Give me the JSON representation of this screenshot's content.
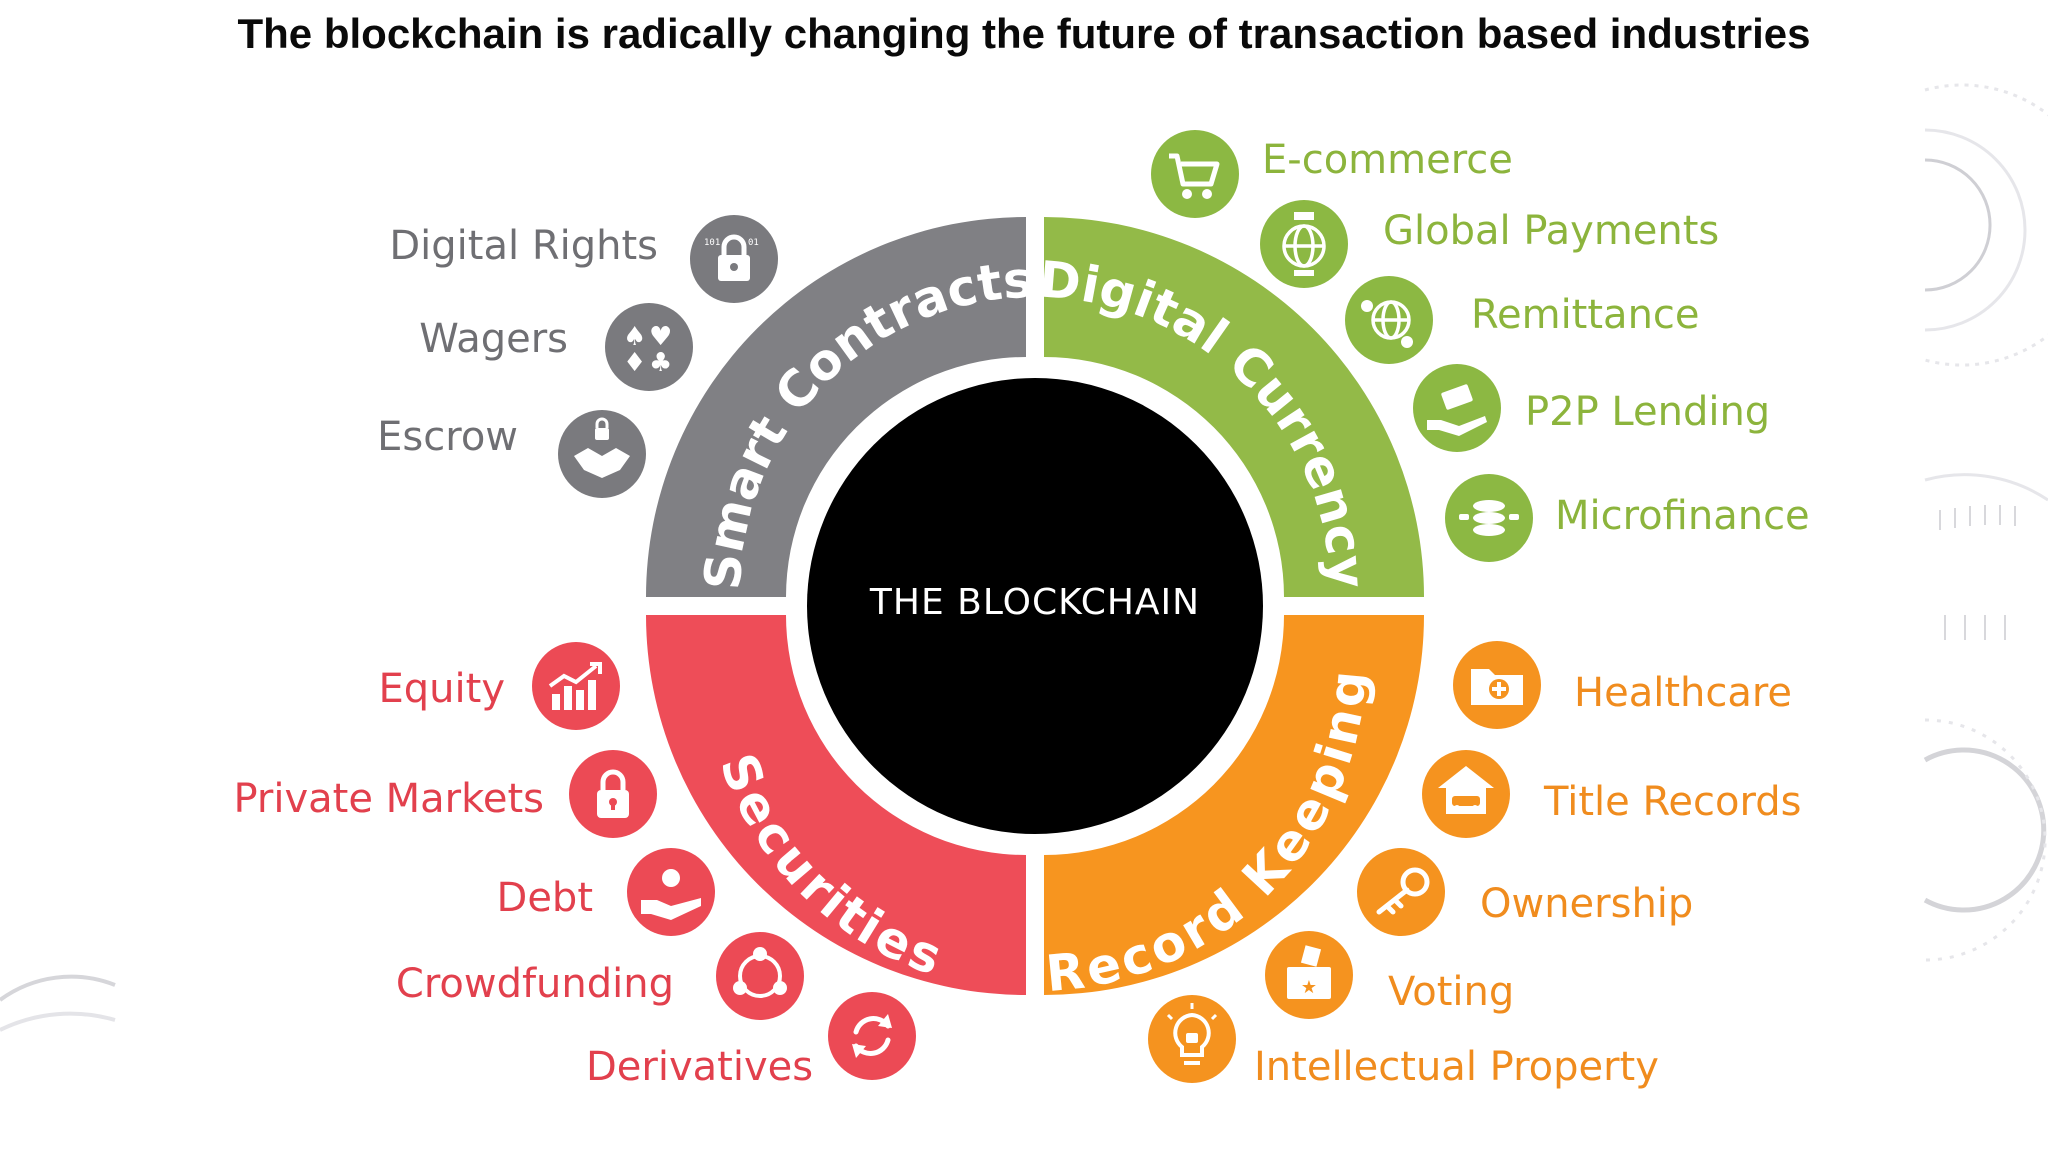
{
  "title": "The blockchain is radically changing the future of transaction based industries",
  "center": "THE BLOCKCHAIN",
  "quadrants": {
    "smart_contracts": {
      "label": "Smart Contracts",
      "color": "#808084"
    },
    "digital_currency": {
      "label": "Digital Currency",
      "color": "#93ba48"
    },
    "securities": {
      "label": "Securities",
      "color": "#ee4d58"
    },
    "record_keeping": {
      "label": "Record Keeping",
      "color": "#f7951f"
    }
  },
  "items": {
    "digital_rights": "Digital Rights",
    "wagers": "Wagers",
    "escrow": "Escrow",
    "ecommerce": "E-commerce",
    "global_payments": "Global Payments",
    "remittance": "Remittance",
    "p2p_lending": "P2P Lending",
    "microfinance": "Microfinance",
    "equity": "Equity",
    "private_markets": "Private Markets",
    "debt": "Debt",
    "crowdfunding": "Crowdfunding",
    "derivatives": "Derivatives",
    "healthcare": "Healthcare",
    "title_records": "Title Records",
    "ownership": "Ownership",
    "voting": "Voting",
    "intellectual_property": "Intellectual Property"
  },
  "icons": {
    "digital_rights": "binary-lock-icon",
    "wagers": "card-suits-icon",
    "escrow": "handshake-lock-icon",
    "ecommerce": "shopping-cart-icon",
    "global_payments": "globe-bank-icon",
    "remittance": "globe-person-icon",
    "p2p_lending": "hand-money-icon",
    "microfinance": "coins-icon",
    "equity": "growth-chart-icon",
    "private_markets": "padlock-icon",
    "debt": "hand-coin-icon",
    "crowdfunding": "people-circle-icon",
    "derivatives": "exchange-arrows-icon",
    "healthcare": "medical-folder-icon",
    "title_records": "house-car-icon",
    "ownership": "key-icon",
    "voting": "ballot-box-icon",
    "intellectual_property": "lightbulb-lock-icon"
  },
  "colors": {
    "gray_text": "#6f6f73",
    "green_text": "#8cb43c",
    "red_text": "#e2404d",
    "orange_text": "#f08c1e",
    "core": "#000000"
  }
}
